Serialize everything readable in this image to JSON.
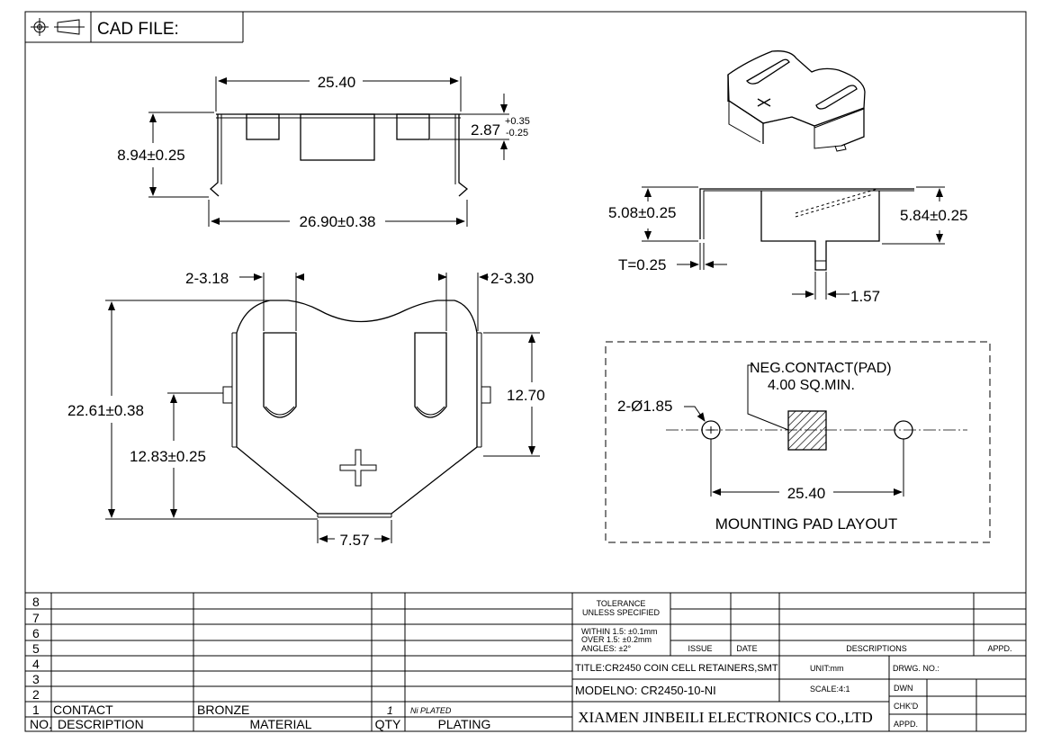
{
  "header": {
    "cad_file_label": "CAD FILE:",
    "projection_icon": "third-angle-projection-icon"
  },
  "dimensions": {
    "top_width": "25.40",
    "top_height": "8.94±0.25",
    "step_height_base": "2.87",
    "step_tol_plus": "+0.35",
    "step_tol_minus": "-0.25",
    "bottom_width": "26.90±0.38",
    "slot_left": "2-3.18",
    "slot_right": "2-3.30",
    "overall_height": "22.61±0.38",
    "tab_height": "12.83±0.25",
    "right_span": "12.70",
    "bottom_flat": "7.57",
    "side_height": "5.08±0.25",
    "thickness": "T=0.25",
    "overall_side_height": "5.84±0.25",
    "tail_width": "1.57"
  },
  "pad_layout": {
    "neg_contact_label": "NEG.CONTACT(PAD)",
    "neg_contact_size": "4.00 SQ.MIN.",
    "hole_label": "2-Ø1.85",
    "pitch": "25.40",
    "title": "MOUNTING PAD LAYOUT"
  },
  "bom": {
    "row_numbers": [
      "8",
      "7",
      "6",
      "5",
      "4",
      "3",
      "2"
    ],
    "item": {
      "no": "1",
      "description": "CONTACT",
      "material": "BRONZE",
      "qty": "1",
      "plating": "Ni PLATED"
    },
    "headers": {
      "no": "NO.",
      "description": "DESCRIPTION",
      "material": "MATERIAL",
      "qty": "QTY",
      "plating": "PLATING"
    }
  },
  "title_block": {
    "tolerance_line1": "TOLERANCE",
    "tolerance_line2": "UNLESS SPECIFIED",
    "within": "WITHIN 1.5: ±0.1mm",
    "over": "OVER 1.5:  ±0.2mm",
    "angles": "ANGLES: ±2°",
    "issue": "ISSUE",
    "date": "DATE",
    "descriptions": "DESCRIPTIONS",
    "appd_col": "APPD.",
    "title": "TITLE:CR2450  COIN  CELL  RETAINERS,SMT",
    "unit": "UNIT:mm",
    "drwg_no": "DRWG. NO.:",
    "model": "MODELNO: CR2450-10-NI",
    "scale": "SCALE:4:1",
    "dwn": "DWN",
    "chkd": "CHK'D",
    "appd": "APPD.",
    "company": "XIAMEN JINBEILI ELECTRONICS CO.,LTD"
  }
}
